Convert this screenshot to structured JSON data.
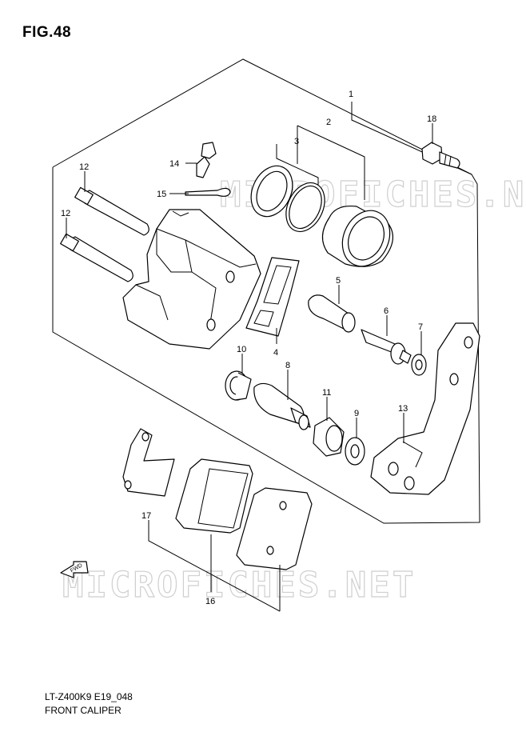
{
  "figure": {
    "title": "FIG.48",
    "model_code": "LT-Z400K9 E19_048",
    "name": "FRONT CALIPER",
    "watermark": "MICROFICHES.NET",
    "direction_marker": "FWD"
  },
  "callouts": [
    "1",
    "2",
    "3",
    "4",
    "5",
    "6",
    "7",
    "8",
    "9",
    "10",
    "11",
    "12",
    "12",
    "13",
    "14",
    "15",
    "16",
    "17",
    "18"
  ]
}
